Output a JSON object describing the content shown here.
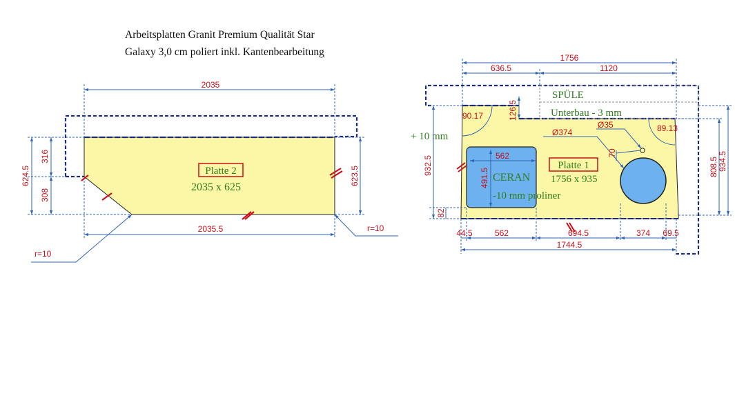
{
  "header": {
    "line1": "Arbeitsplatten Granit Premium Qualität Star",
    "line2": "Galaxy 3,0 cm poliert inkl. Kantenbearbeitung"
  },
  "colors": {
    "slab": "#fbf7a7",
    "dimension": "#c8101a",
    "outline": "#1a2d7a",
    "label_green": "#2f7d1e",
    "cutout_blue": "#6eb1ef",
    "leader_blue": "#2f63b5"
  },
  "plate2": {
    "label": "Platte 2",
    "size": "2035 x 625",
    "dims": {
      "top": "2035",
      "bottom": "2035.5",
      "left_outer": "624.5",
      "left_upper": "316",
      "left_lower": "308",
      "right": "623.5",
      "radius_left": "r=10",
      "radius_right": "r=10"
    }
  },
  "plate1": {
    "label": "Platte 1",
    "size": "1756 x 935",
    "extra_left": "+ 10 mm",
    "sink_label": "SPÜLE",
    "sink_sub": "Unterbau - 3 mm",
    "ceran_label": "CERAN",
    "ceran_sub": "-10 mm proliner",
    "dims": {
      "top_total": "1756",
      "top_left": "636.5",
      "top_right": "1120",
      "notch_height": "126.5",
      "angle_left": "90.17",
      "angle_right": "89.13",
      "sink_diameter": "Ø374",
      "tap_diameter": "Ø35",
      "tap_offset": "70",
      "ceran_width": "562",
      "ceran_depth": "491.5",
      "left_height": "932.5",
      "left_bottom": "82",
      "right_inner": "808.5",
      "right_outer": "934.5",
      "bottom_a": "44.5",
      "bottom_b": "562",
      "bottom_c": "694.5",
      "bottom_d": "374",
      "bottom_e": "69.5",
      "bottom_total": "1744.5"
    }
  }
}
